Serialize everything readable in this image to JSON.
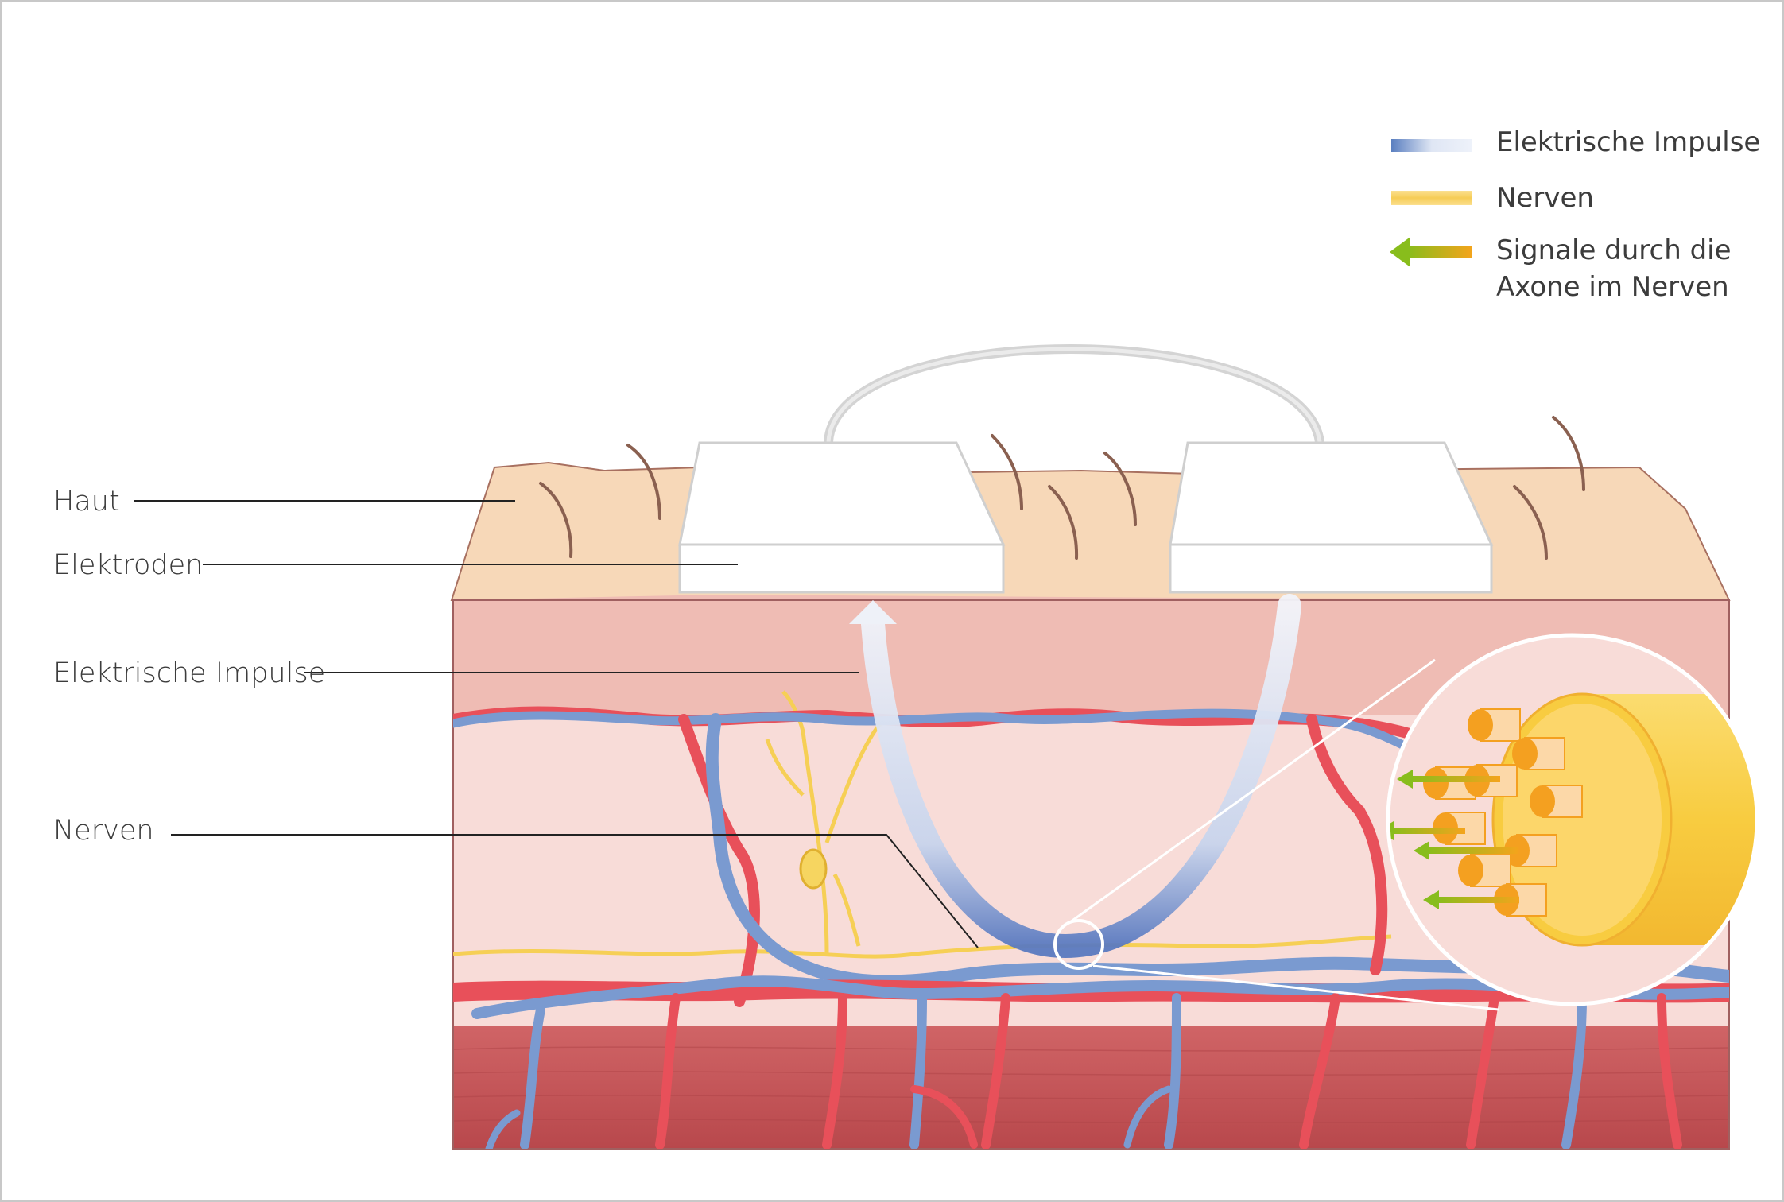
{
  "labels": {
    "haut": "Haut",
    "elektroden": "Elektroden",
    "impulse": "Elektrische Impulse",
    "nerven": "Nerven"
  },
  "legend": {
    "impulse": "Elektrische Impulse",
    "nerven": "Nerven",
    "signale_line1": "Signale durch die",
    "signale_line2": "Axone im Nerven"
  },
  "colors": {
    "skin": "#f7d8b8",
    "dermis": "#efbcb4",
    "tissue": "#f8dcd8",
    "muscle": "#c8585a",
    "artery": "#e8505a",
    "vein": "#7a9ad0",
    "nerve": "#f7d25a",
    "axon": "#f4a020",
    "signal": "#8cbf1e"
  }
}
